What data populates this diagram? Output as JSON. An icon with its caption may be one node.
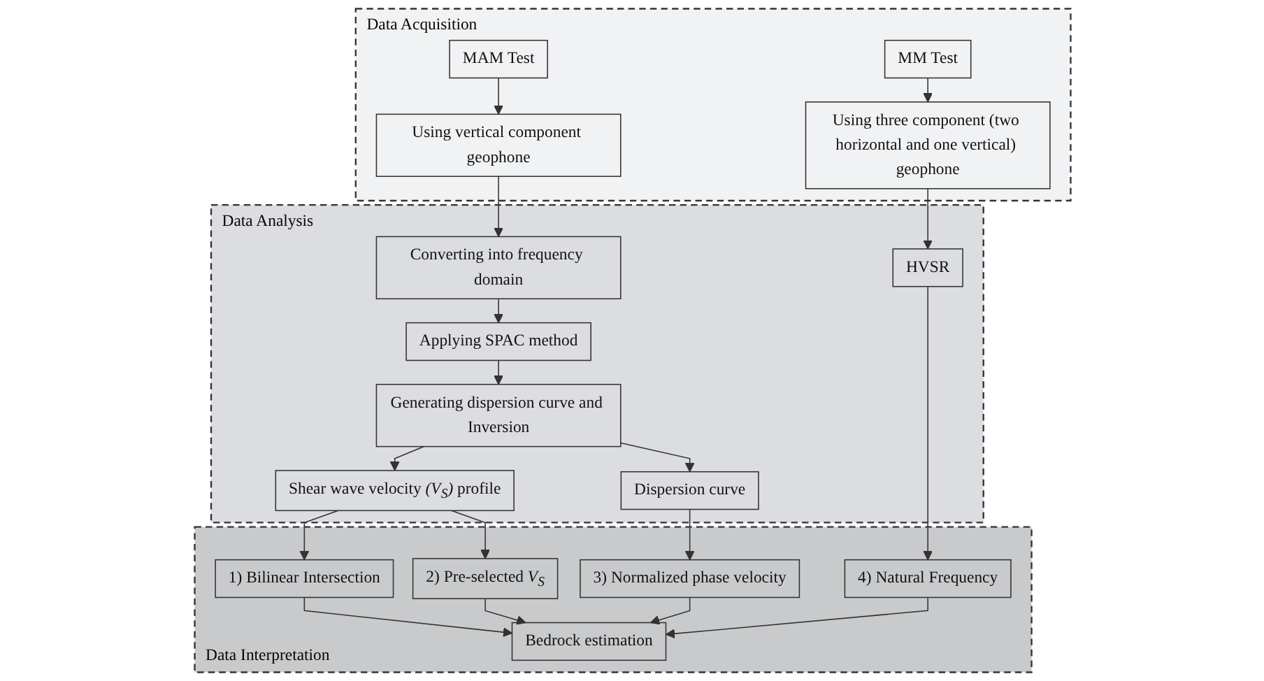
{
  "diagram": {
    "nodes": [
      {
        "text": [
          "Data Acquisition"
        ]
      },
      {
        "text": [
          "MAM Test"
        ],
        "in": 0
      },
      {
        "text": [
          "MM Test"
        ],
        "in": 0
      },
      {
        "text": [
          "Using vertical component geophone"
        ],
        "in": 0
      },
      {
        "text": [
          "Using three component (two horizontal and one vertical) geophone"
        ],
        "in": 0
      },
      {
        "text": [
          "Data Analysis"
        ]
      },
      {
        "text": [
          "Converting into frequency domain"
        ],
        "in": 5
      },
      {
        "text": [
          "Applying SPAC method"
        ],
        "in": 5
      },
      {
        "text": [
          "Generating dispersion curve and Inversion"
        ],
        "in": 5
      },
      {
        "text": [
          "HVSR"
        ],
        "in": 5
      },
      {
        "text": [
          "Shear wave velocity *(V$_{S}$)* profile"
        ],
        "in": 5
      },
      {
        "text": [
          "Dispersion curve"
        ],
        "in": 5
      },
      {
        "text": [
          "Data Interpretation"
        ]
      },
      {
        "text": [
          "1) Bilinear Intersection"
        ],
        "in": 12
      },
      {
        "text": [
          "2) Pre-selected *V$_{S}$*"
        ],
        "in": 12
      },
      {
        "text": [
          "3) Normalized phase velocity"
        ],
        "in": 12
      },
      {
        "text": [
          "4) Natural Frequency"
        ],
        "in": 12
      },
      {
        "text": [
          "Bedrock estimation"
        ],
        "in": 12
      }
    ],
    "edges": [
      {
        "from": 1,
        "to": 3,
        "arrow": "to"
      },
      {
        "from": 2,
        "to": 4,
        "arrow": "to"
      },
      {
        "from": 3,
        "to": 6,
        "arrow": "to"
      },
      {
        "from": 4,
        "to": 9,
        "arrow": "to"
      },
      {
        "from": 6,
        "to": 7,
        "arrow": "to"
      },
      {
        "from": 7,
        "to": 8,
        "arrow": "to"
      },
      {
        "from": 8,
        "to": 10,
        "arrow": "to"
      },
      {
        "from": 8,
        "to": 11,
        "arrow": "to"
      },
      {
        "from": 10,
        "to": 13,
        "arrow": "to"
      },
      {
        "from": 10,
        "to": 14,
        "arrow": "to"
      },
      {
        "from": 11,
        "to": 15,
        "arrow": "to"
      },
      {
        "from": 9,
        "to": 16,
        "arrow": "to"
      },
      {
        "from": 13,
        "to": 17,
        "arrow": "to"
      },
      {
        "from": 14,
        "to": 17,
        "arrow": "to"
      },
      {
        "from": 15,
        "to": 17,
        "arrow": "to"
      },
      {
        "from": 16,
        "to": 17,
        "arrow": "to"
      }
    ]
  }
}
